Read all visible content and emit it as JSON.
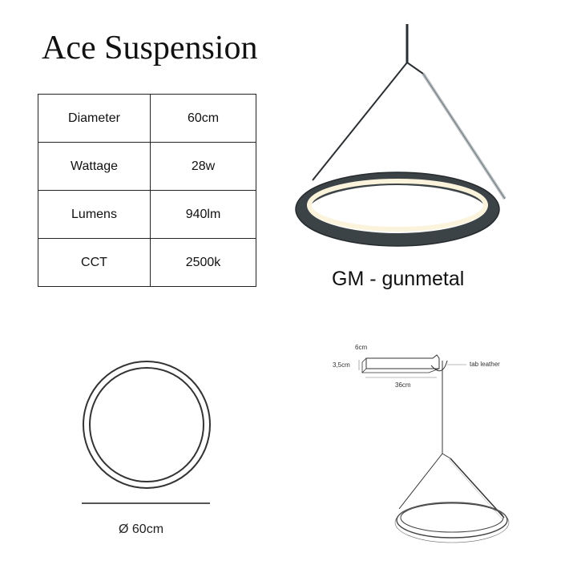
{
  "product": {
    "title": "Ace Suspension"
  },
  "specs": [
    {
      "label": "Diameter",
      "value": "60cm"
    },
    {
      "label": "Wattage",
      "value": "28w"
    },
    {
      "label": "Lumens",
      "value": "940lm"
    },
    {
      "label": "CCT",
      "value": "2500k"
    }
  ],
  "finish_label": "GM - gunmetal",
  "top_view": {
    "diameter_label": "Ø 60cm"
  },
  "technical_drawing": {
    "height_label": "6cm",
    "depth_label": "3,5cm",
    "length_label": "36cm",
    "callout_label": "tab leather"
  },
  "colors": {
    "gunmetal": "#3c4347",
    "light": "#fbf3dc",
    "line": "#222222"
  }
}
